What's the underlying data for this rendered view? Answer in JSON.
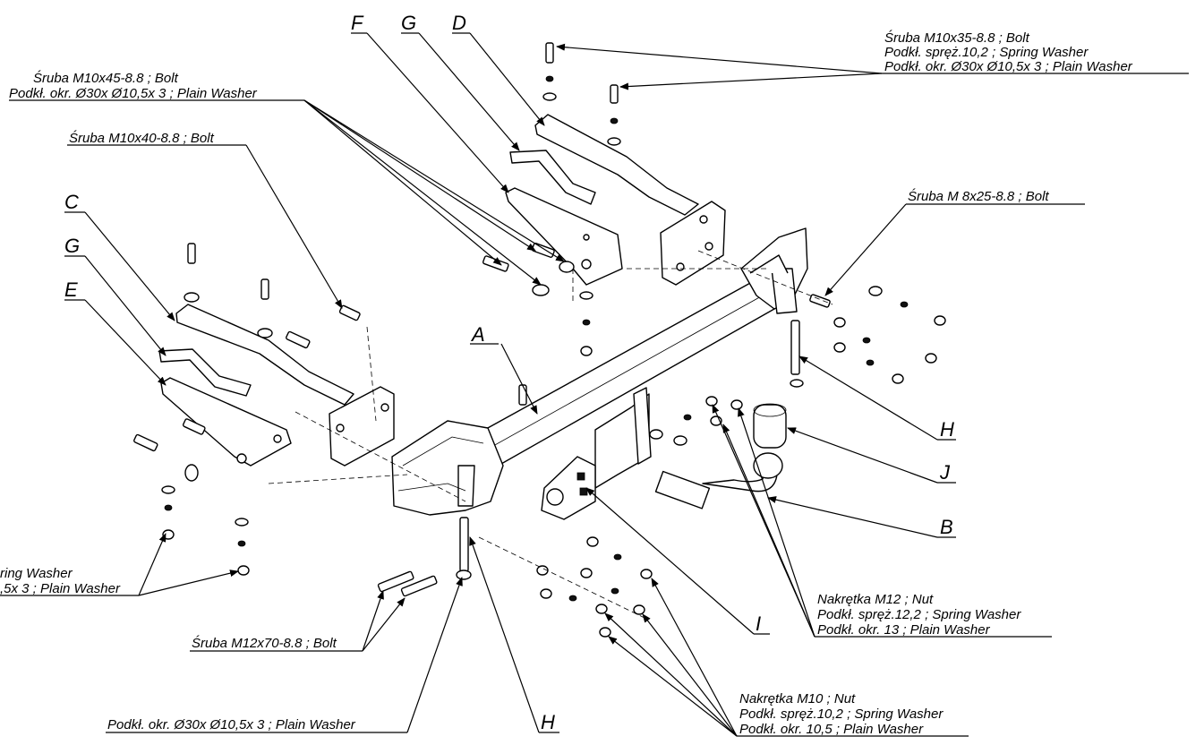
{
  "letters": {
    "A": "A",
    "B": "B",
    "C": "C",
    "D": "D",
    "E": "E",
    "F": "F",
    "G_top": "G",
    "G_left": "G",
    "H_right": "H",
    "H_bottom": "H",
    "I": "I",
    "J": "J"
  },
  "notes": {
    "bolt_m10x35": [
      "Śruba M10x35-8.8 ;  Bolt",
      "Podkł. spręż.10,2 ; Spring Washer",
      "Podkł. okr.  Ø30x Ø10,5x 3 ; Plain Washer"
    ],
    "bolt_m10x45": [
      "Śruba M10x45-8.8 ;  Bolt",
      "Podkł. okr.  Ø30x Ø10,5x 3 ; Plain Washer"
    ],
    "bolt_m10x40": "Śruba M10x40-8.8 ;  Bolt",
    "bolt_m8x25": "Śruba M 8x25-8.8 ;  Bolt",
    "left_washers": [
      "ring Washer",
      ",5x 3 ; Plain Washer"
    ],
    "bolt_m12x70": "Śruba M12x70-8.8 ;  Bolt",
    "bottom_washer": "Podkł. okr.  Ø30x Ø10,5x 3 ; Plain Washer",
    "nut_m12": [
      "Nakrętka  M12 ; Nut",
      "Podkł. spręż.12,2 ; Spring Washer",
      "Podkł. okr. 13 ; Plain Washer"
    ],
    "nut_m10": [
      "Nakrętka  M10 ; Nut",
      "Podkł. spręż.10,2 ; Spring Washer",
      "Podkł. okr. 10,5 ; Plain Washer"
    ]
  },
  "colors": {
    "line": "#000000",
    "background": "#ffffff"
  }
}
